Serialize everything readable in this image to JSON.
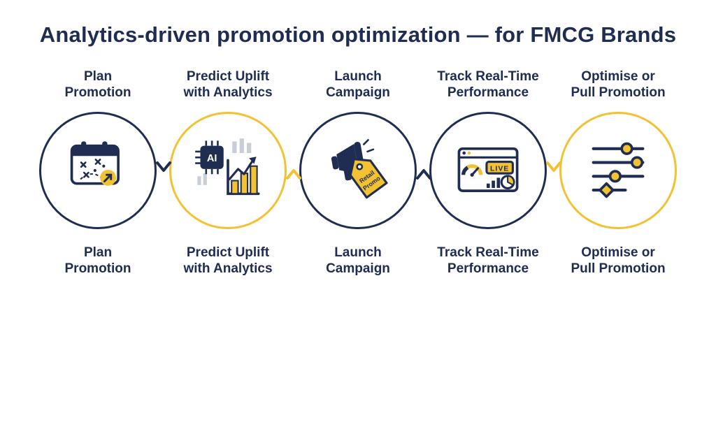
{
  "title": "Analytics-driven promotion optimization — for FMCG Brands",
  "colors": {
    "navy": "#202d52",
    "yellow": "#f2c233",
    "gray_bars": "#c8cdd7",
    "background": "#ffffff"
  },
  "steps": [
    {
      "label": "Plan\nPromotion",
      "icon": "calendar-strategy-icon",
      "ring": "navy"
    },
    {
      "label": "Predict Uplift\nwith Analytics",
      "icon": "ai-chip-chart-icon",
      "ring": "yellow"
    },
    {
      "label": "Launch\nCampaign",
      "icon": "megaphone-tag-icon",
      "ring": "navy"
    },
    {
      "label": "Track Real-Time\nPerformance",
      "icon": "dashboard-live-icon",
      "ring": "navy"
    },
    {
      "label": "Optimise or\nPull Promotion",
      "icon": "sliders-icon",
      "ring": "yellow"
    }
  ],
  "icon_text": {
    "ai": "AI",
    "live": "LIVE",
    "tag_line1": "Retail",
    "tag_line2": "Promo"
  }
}
